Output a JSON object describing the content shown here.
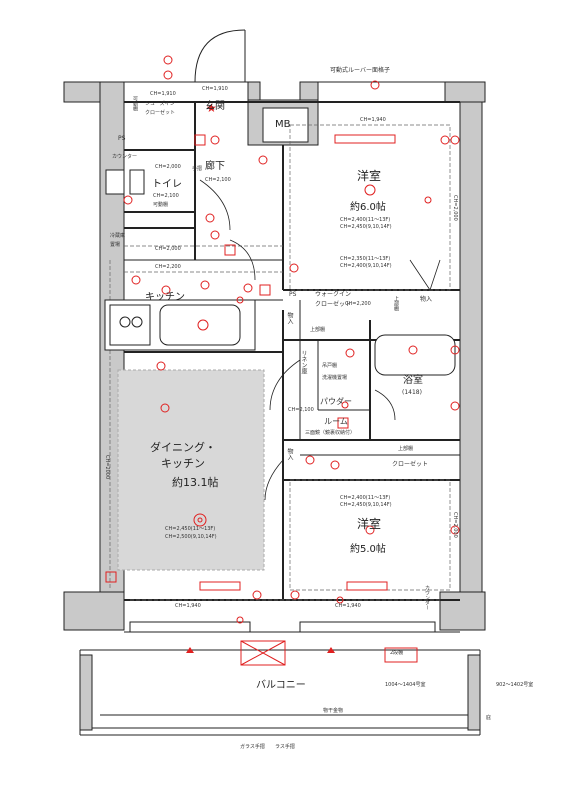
{
  "rooms": {
    "genkan": "玄関",
    "rouka": "廊下",
    "toilet": "トイレ",
    "kitchen": "キッチン",
    "dk": "ダイニング・\nキッチン",
    "dk_size": "約13.1帖",
    "youshitsu1": "洋室",
    "youshitsu1_size": "約6.0帖",
    "youshitsu2": "洋室",
    "youshitsu2_size": "約5.0帖",
    "walkin": "ウォークイン\nクローゼット",
    "yokushitsu": "浴室",
    "yokushitsu_size": "(1418)",
    "powder": "パウダー\nルーム",
    "closet": "クローゼット",
    "balcony": "バルコニー",
    "shoes": "シューズイン\nクローゼット",
    "linen": "リネン庫"
  },
  "labels": {
    "louver": "可動式ルーバー面格子",
    "mb": "MB",
    "ps1": "PS",
    "ps2": "PS",
    "counter1": "カウンター",
    "counter2": "カウンター",
    "kadoudana1": "可動棚",
    "kadoudana2": "可動棚",
    "tesuri": "手摺",
    "reizouko": "冷蔵庫\n置場",
    "nyuu1": "物入",
    "nyuu2": "物入",
    "nyuu3": "物入",
    "nyuu4": "物入",
    "joubudana1": "上部棚",
    "joubudana2": "上部棚",
    "joubudana3": "上部棚",
    "nyuudana": "吊戸棚\n洗濯機置場",
    "sanmenkyou": "三面鏡（鏡裏収納付）",
    "monohoshi": "物干金物",
    "garasu": "ガラス手摺",
    "rasu": "ラス手摺",
    "niniku": "2段棚",
    "unit_note1": "1004～1404号室",
    "unit_note2": "902～1402号室",
    "ryu": "庇"
  },
  "ceiling": {
    "genkan": "CH=1,910",
    "shoes": "CH=1,910",
    "youshitsu1_top": "CH=1,940",
    "youshitsu1_side": "CH=2,000",
    "youshitsu1_a": "CH=2,400(11～13F)",
    "youshitsu1_b": "CH=2,450(9,10,14F)",
    "youshitsu1_c": "CH=2,350(11～13F)",
    "youshitsu1_d": "CH=2,400(9,10,14F)",
    "rouka": "CH=2,100",
    "toilet": "CH=2,100",
    "toilet2": "CH=2,000",
    "kitchen1": "CH=2,000",
    "kitchen2": "CH=2,200",
    "dk_side": "CH=2000",
    "dk_a": "CH=2,450(11～13F)",
    "dk_b": "CH=2,500(9,10,14F)",
    "walkin": "CH=2,200",
    "powder": "CH=2,100",
    "youshitsu2_a": "CH=2,400(11～13F)",
    "youshitsu2_b": "CH=2,450(9,10,14F)",
    "youshitsu2_side": "CH=2,000",
    "bal1": "CH=1,940",
    "bal2": "CH=1,940"
  },
  "colors": {
    "wall": "#c9c9c9",
    "line": "#222222",
    "red": "#e02020",
    "floor": "#d8d8d8"
  }
}
